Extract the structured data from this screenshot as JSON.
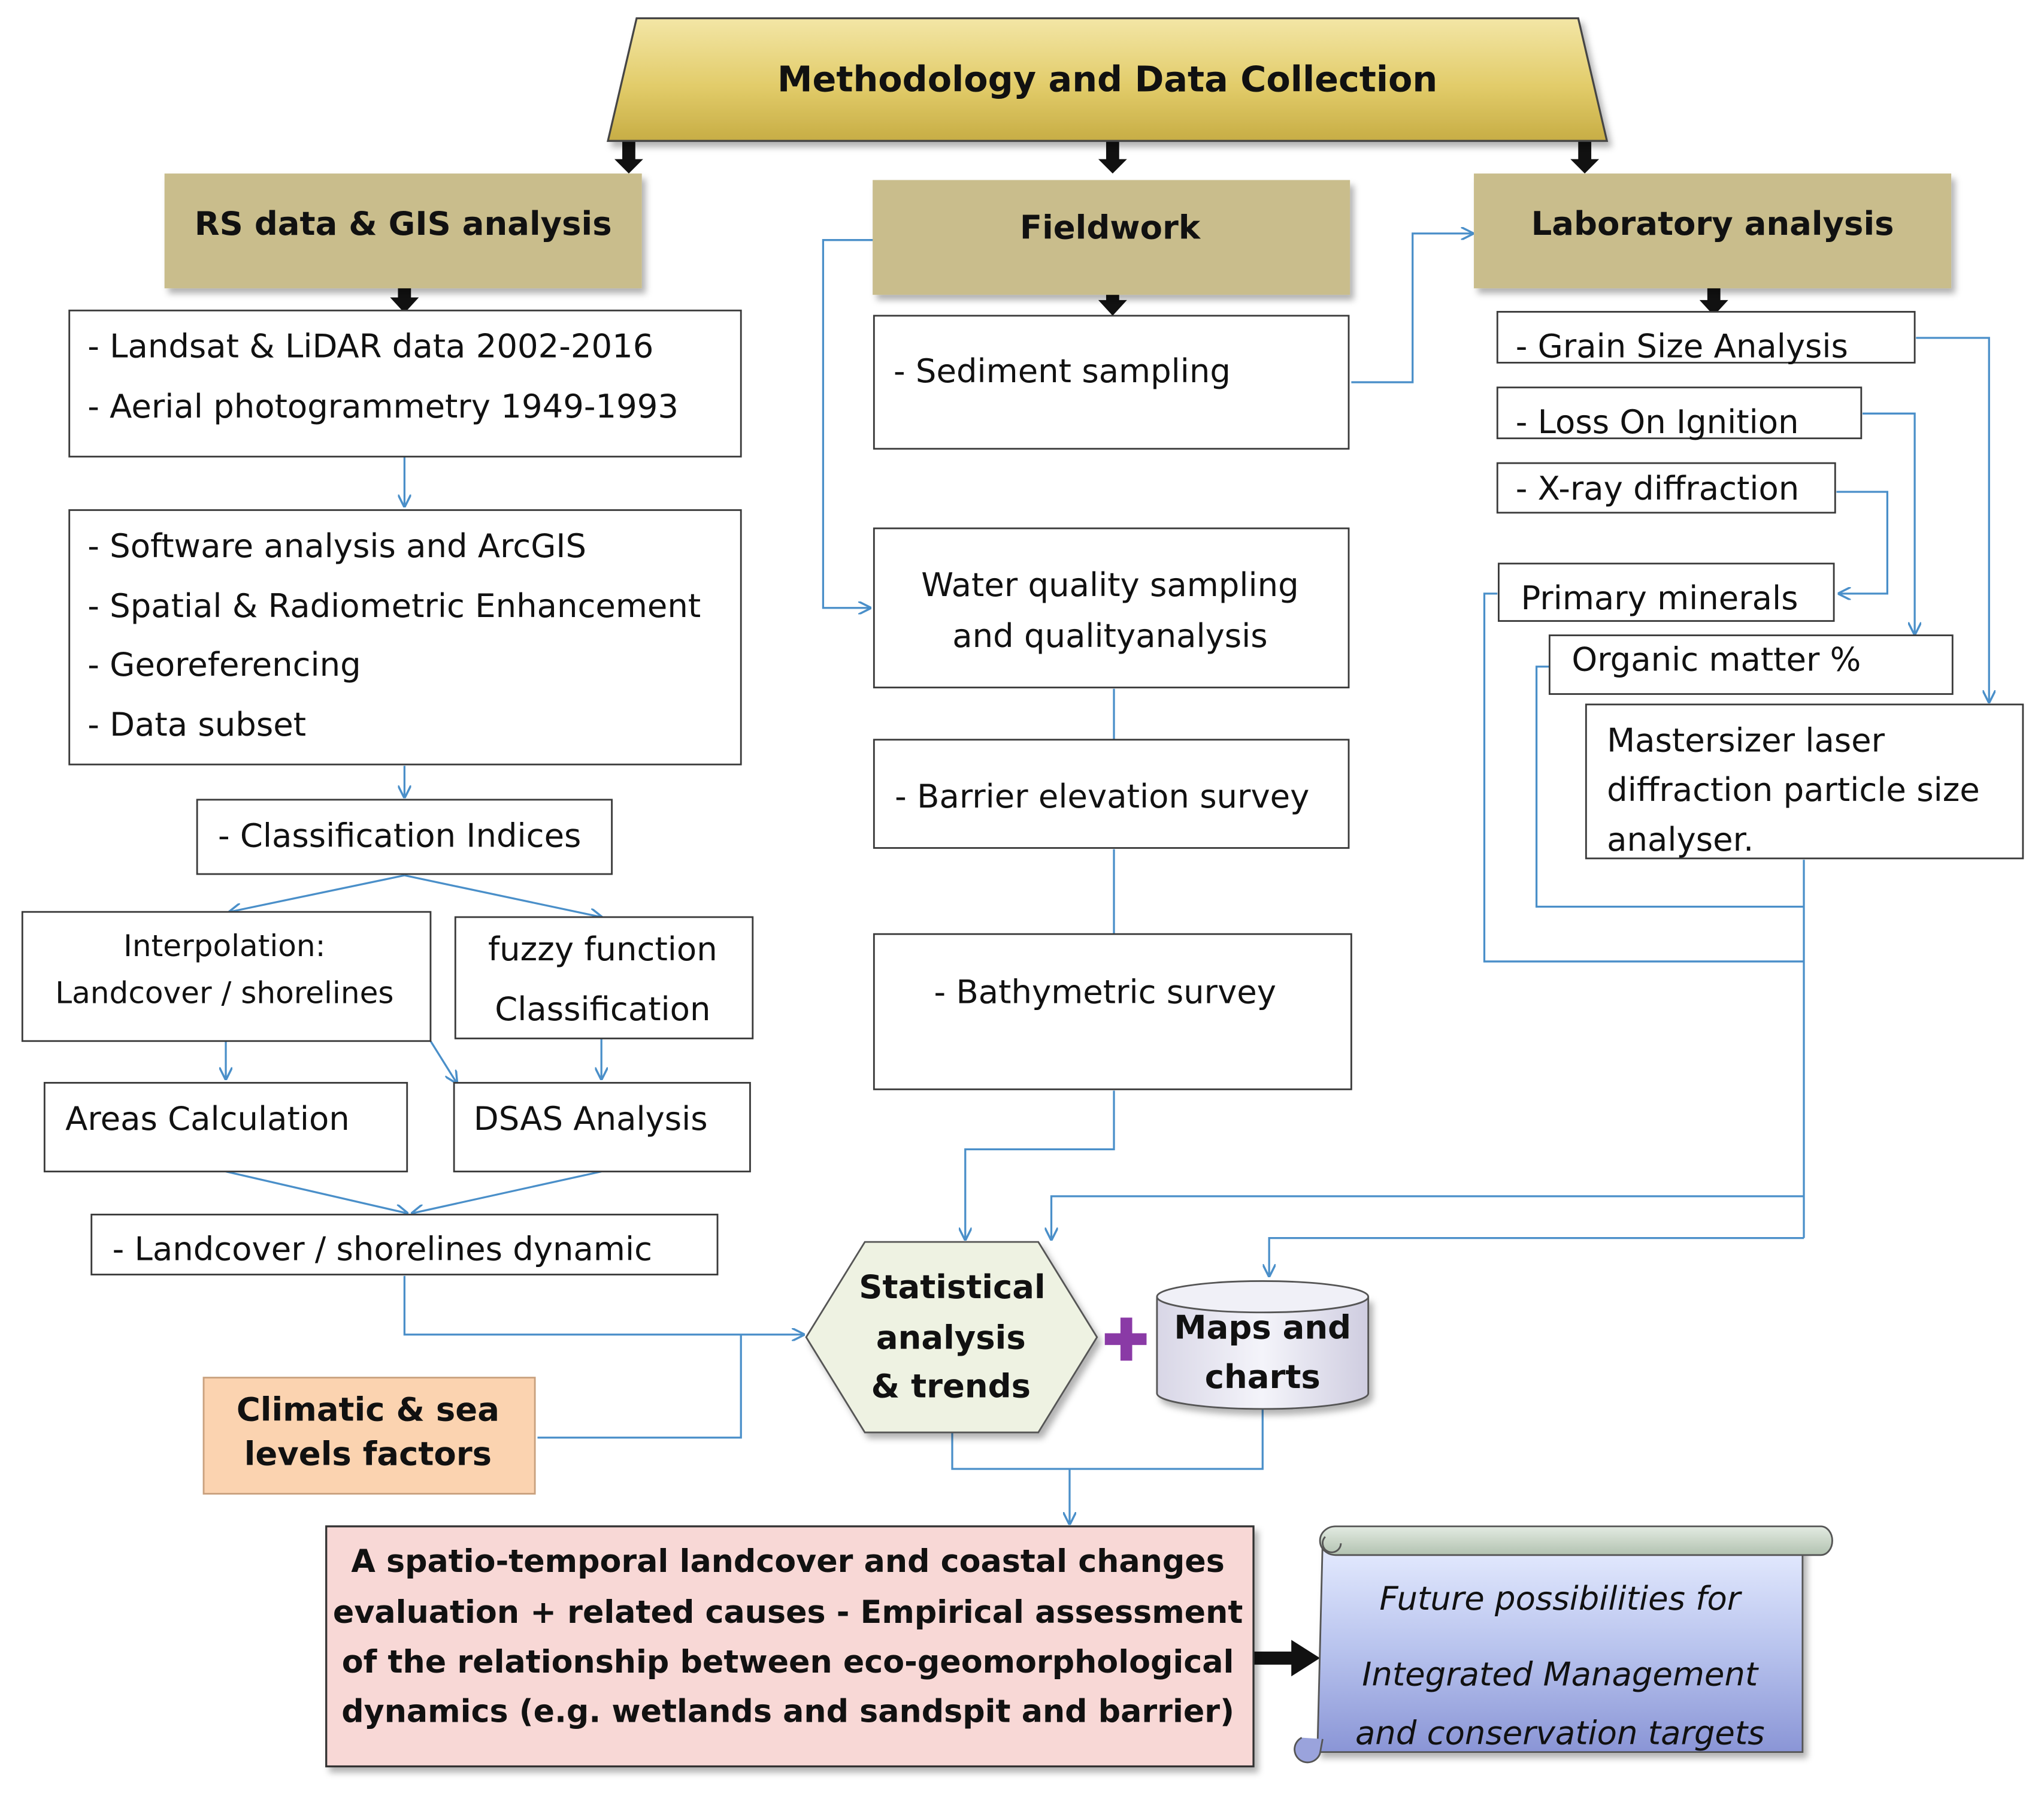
{
  "title": "Methodology and Data Collection",
  "columns": {
    "rs": {
      "header": "RS data & GIS analysis",
      "data_box": [
        "- Landsat & LiDAR data 2002-2016",
        "- Aerial photogrammetry 1949-1993"
      ],
      "software_box": [
        "- Software analysis and ArcGIS",
        "- Spatial & Radiometric Enhancement",
        "- Georeferencing",
        "- Data subset"
      ],
      "classification": "- Classification Indices",
      "interpolation": [
        "Interpolation:",
        "Landcover  / shorelines"
      ],
      "fuzzy": [
        "fuzzy function",
        "Classification"
      ],
      "areas": "Areas Calculation",
      "dsas": "DSAS Analysis",
      "dynamic": "- Landcover / shorelines  dynamic"
    },
    "field": {
      "header": "Fieldwork",
      "sediment": "- Sediment sampling",
      "water": [
        "Water quality sampling",
        "and qualityanalysis"
      ],
      "barrier": "- Barrier elevation survey",
      "bathy": "- Bathymetric survey"
    },
    "lab": {
      "header": "Laboratory analysis",
      "grain": "- Grain Size Analysis",
      "loi": "- Loss On Ignition",
      "xray": "- X-ray diffraction",
      "minerals": "Primary minerals",
      "organic": "Organic matter %",
      "mastersizer": [
        "Mastersizer laser",
        "diffraction particle size",
        "analyser."
      ]
    }
  },
  "climatic": [
    "Climatic & sea",
    "levels factors"
  ],
  "statistical": [
    "Statistical",
    "analysis",
    "& trends"
  ],
  "plus_symbol": "+",
  "maps": [
    "Maps and",
    "charts"
  ],
  "result": [
    "A spatio-temporal landcover and coastal changes",
    "evaluation + related causes - Empirical assessment",
    "of the relationship between eco-geomorphological",
    "dynamics (e.g. wetlands and sandspit and barrier)"
  ],
  "future": [
    "Future possibilities for",
    "Integrated Management",
    "and conservation targets"
  ],
  "colors": {
    "title_gold": "#e2cc6a",
    "header_khaki": "#c9bd8c",
    "connector_blue": "#4a8fc9",
    "climatic_orange": "#fbd3b0",
    "statistical_green": "#eef2e2",
    "result_pink": "#f8d8d6",
    "future_blue": "#b9c4ee",
    "plus_purple": "#8a3aa6"
  }
}
